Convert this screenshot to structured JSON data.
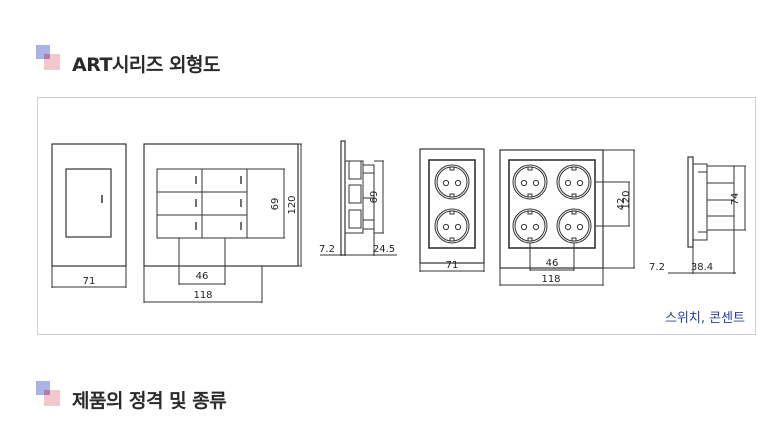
{
  "sections": [
    {
      "title": "ART시리즈 외형도"
    },
    {
      "title": "제품의 정격 및 종류"
    }
  ],
  "diagram": {
    "caption": "스위치, 콘센트",
    "dims": {
      "w71a": "71",
      "w46a": "46",
      "w118a": "118",
      "h69a": "69",
      "h120a": "120",
      "side_h69": "69",
      "side_72a": "7.2",
      "side_245": "24.5",
      "w71b": "71",
      "w46b": "46",
      "w118b": "118",
      "h42": "42",
      "h120b": "120",
      "side_74": "74",
      "side_72b": "7.2",
      "side_384": "38.4"
    }
  }
}
